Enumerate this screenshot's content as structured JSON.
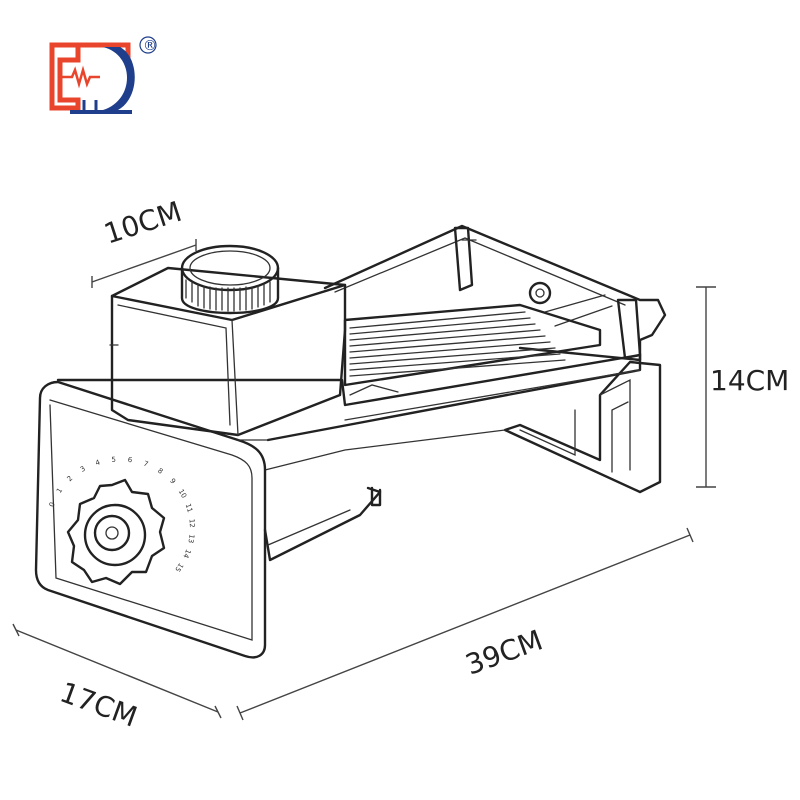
{
  "logo": {
    "registered_mark": "®"
  },
  "dimensions": {
    "top_width": "10CM",
    "height": "14CM",
    "length": "39CM",
    "depth": "17CM"
  },
  "dial": {
    "scale_numbers": [
      "0",
      "1",
      "2",
      "3",
      "4",
      "5",
      "6",
      "7",
      "8",
      "9",
      "10",
      "11",
      "12",
      "13",
      "14",
      "15"
    ]
  },
  "colors": {
    "logo_red": "#e8452c",
    "logo_blue": "#1f3e8c",
    "line": "#222222"
  }
}
